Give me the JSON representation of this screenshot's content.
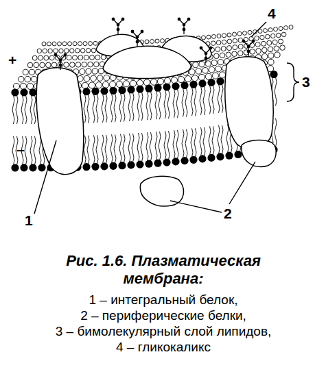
{
  "diagram": {
    "caption": "Рис. 1.6. Плазматическая мембрана:",
    "labels": [
      "+",
      "–",
      "4",
      "3",
      "1",
      "2",
      "1 – интегральный белок,",
      "2 – периферические белки,",
      "3 – бимолекулярный слой липидов,",
      "4 – гликокаликс"
    ]
  }
}
